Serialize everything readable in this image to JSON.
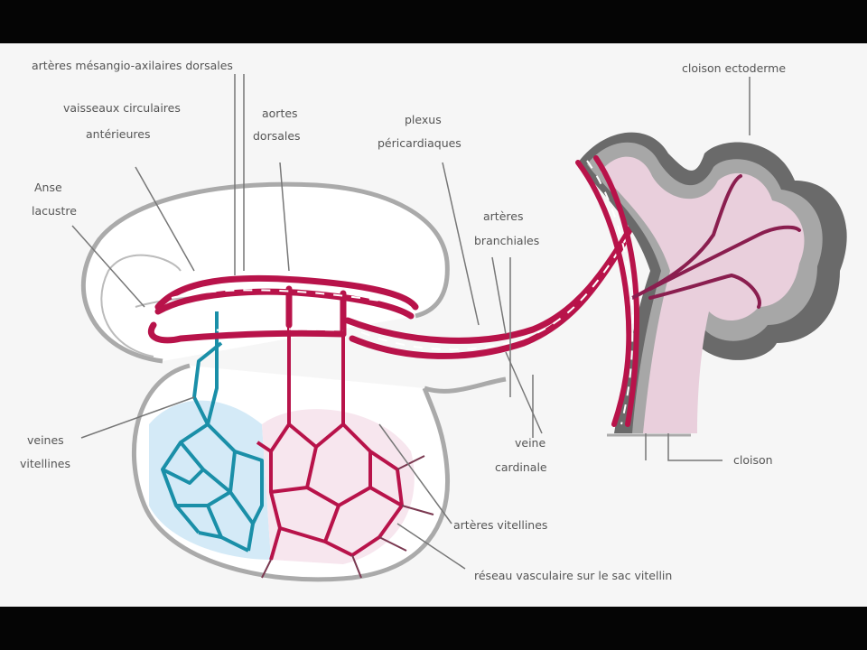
{
  "diagram": {
    "labels": {
      "arteres_mesangio": "artères mésangio-axilaires dorsales",
      "vaisseaux_circulaires_1": "vaisseaux circulaires",
      "vaisseaux_circulaires_2": "antérieures",
      "aortes_1": "aortes",
      "aortes_2": "dorsales",
      "plexus_1": "plexus",
      "plexus_2": "péricardiaques",
      "cloison_sup": "cloison ectoderme",
      "anneau_1": "Anse",
      "anneau_2": "lacustre",
      "arteres_1": "artères",
      "arteres_2": "branchiales",
      "veines_1": "veines",
      "veines_2": "vitellines",
      "veines_card_1": "veine",
      "veines_card_2": "cardinale",
      "arteres_vitellines": "artères vitellines",
      "reseau": "réseau vasculaire sur le sac vitellin",
      "droite_bas": "cloison"
    },
    "colors": {
      "artery": "#b8134a",
      "vein": "#1a8fa8",
      "vein_fill": "#cfe6f5",
      "artery_fill": "#f5d6e2",
      "outline": "#999999",
      "ectoderm": "#555555",
      "mesoderm": "#9a9a9a",
      "tissue": "#e8cfdc"
    }
  }
}
